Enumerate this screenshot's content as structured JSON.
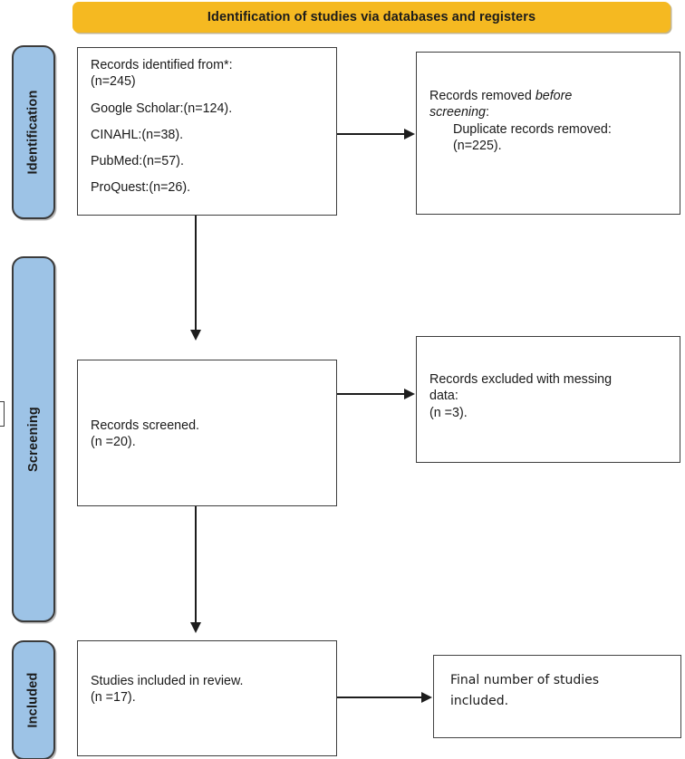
{
  "banner": {
    "title": "Identification of studies via databases and registers",
    "background_color": "#F5B921",
    "text_color": "#1b1b1b"
  },
  "stage_labels": {
    "background_color": "#9DC3E6",
    "border_color": "#3b3b3b",
    "identification": "Identification",
    "screening": "Screening",
    "included": "Included"
  },
  "nodes": {
    "identified": {
      "heading": "Records identified from*:",
      "total": "(n=245)",
      "sources": [
        "Google Scholar:(n=124).",
        "CINAHL:(n=38).",
        "PubMed:(n=57).",
        "ProQuest:(n=26)."
      ]
    },
    "removed": {
      "line1_plain": "Records removed ",
      "line1_italic": "before",
      "line2_italic": "screening",
      "line2_plain": ":",
      "detail_label": "Duplicate records removed:",
      "detail_count": "(n=225)."
    },
    "screened": {
      "label": "Records screened.",
      "count": "(n =20)."
    },
    "excluded": {
      "line1": "Records excluded with messing",
      "line2": "data:",
      "count": "(n =3)."
    },
    "included": {
      "label": "Studies included in review.",
      "count": "(n =17)."
    },
    "final": {
      "line1": "Final number of studies",
      "line2": "included."
    }
  },
  "chart_data": {
    "type": "diagram",
    "diagram_kind": "PRISMA 2020 flow diagram",
    "title": "Identification of studies via databases and registers",
    "phases": [
      "Identification",
      "Screening",
      "Included"
    ],
    "counts": {
      "records_identified_total": 245,
      "google_scholar": 124,
      "cinahl": 38,
      "pubmed": 57,
      "proquest": 26,
      "duplicate_records_removed": 225,
      "records_screened": 20,
      "records_excluded_missing_data": 3,
      "studies_included_in_review": 17
    },
    "edges": [
      {
        "from": "Records identified from*",
        "to": "Records removed before screening",
        "direction": "right"
      },
      {
        "from": "Records identified from*",
        "to": "Records screened",
        "direction": "down"
      },
      {
        "from": "Records screened",
        "to": "Records excluded with messing data",
        "direction": "right"
      },
      {
        "from": "Records screened",
        "to": "Studies included in review",
        "direction": "down"
      },
      {
        "from": "Studies included in review",
        "to": "Final number of studies included",
        "direction": "right"
      }
    ]
  }
}
